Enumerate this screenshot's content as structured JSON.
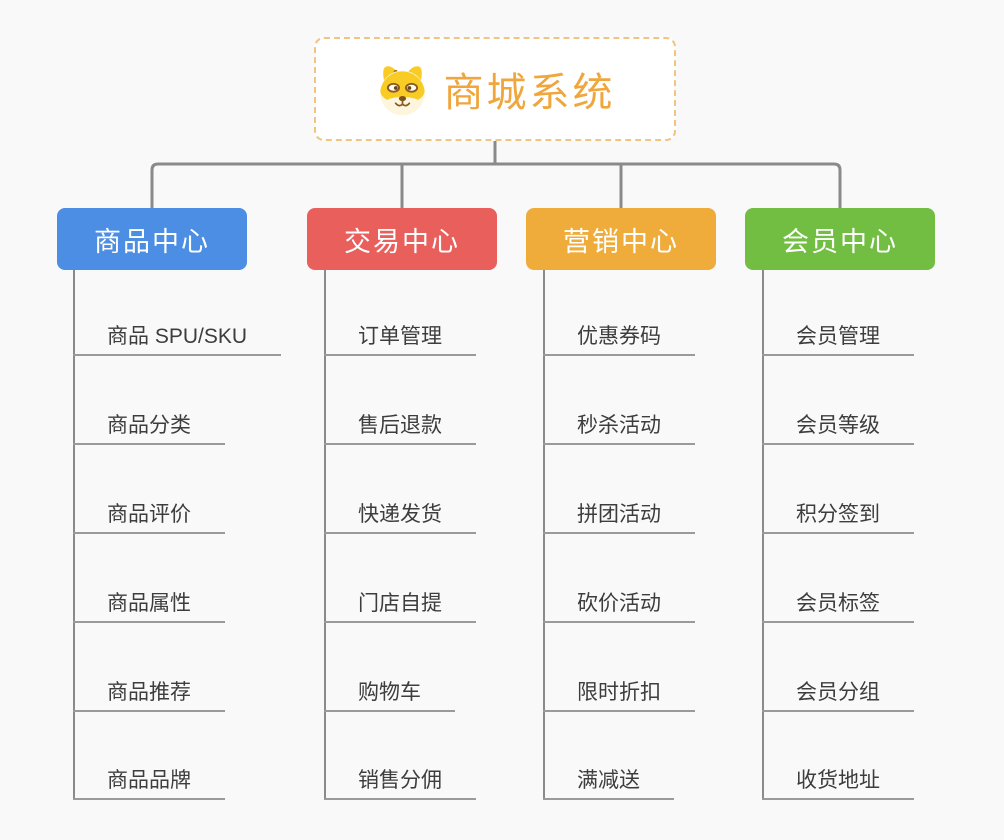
{
  "app": {
    "background_color": "#f9f9f9",
    "line_color": "#8a8a8a",
    "underline_color": "#9a9a9a"
  },
  "root": {
    "title": "商城系统",
    "icon": "doge-dog-icon",
    "text_color": "#f0a63c",
    "border_color": "#f2c57f",
    "icon_colors": {
      "fur": "#f8cc25",
      "muzzle": "#fdf5dd",
      "features": "#8a5a23"
    }
  },
  "branches": [
    {
      "label": "商品中心",
      "color": "#4b8ee4",
      "items": [
        "商品 SPU/SKU",
        "商品分类",
        "商品评价",
        "商品属性",
        "商品推荐",
        "商品品牌"
      ]
    },
    {
      "label": "交易中心",
      "color": "#e85f5c",
      "items": [
        "订单管理",
        "售后退款",
        "快递发货",
        "门店自提",
        "购物车",
        "销售分佣"
      ]
    },
    {
      "label": "营销中心",
      "color": "#efac3b",
      "items": [
        "优惠券码",
        "秒杀活动",
        "拼团活动",
        "砍价活动",
        "限时折扣",
        "满减送"
      ]
    },
    {
      "label": "会员中心",
      "color": "#71be42",
      "items": [
        "会员管理",
        "会员等级",
        "积分签到",
        "会员标签",
        "会员分组",
        "收货地址"
      ]
    }
  ]
}
